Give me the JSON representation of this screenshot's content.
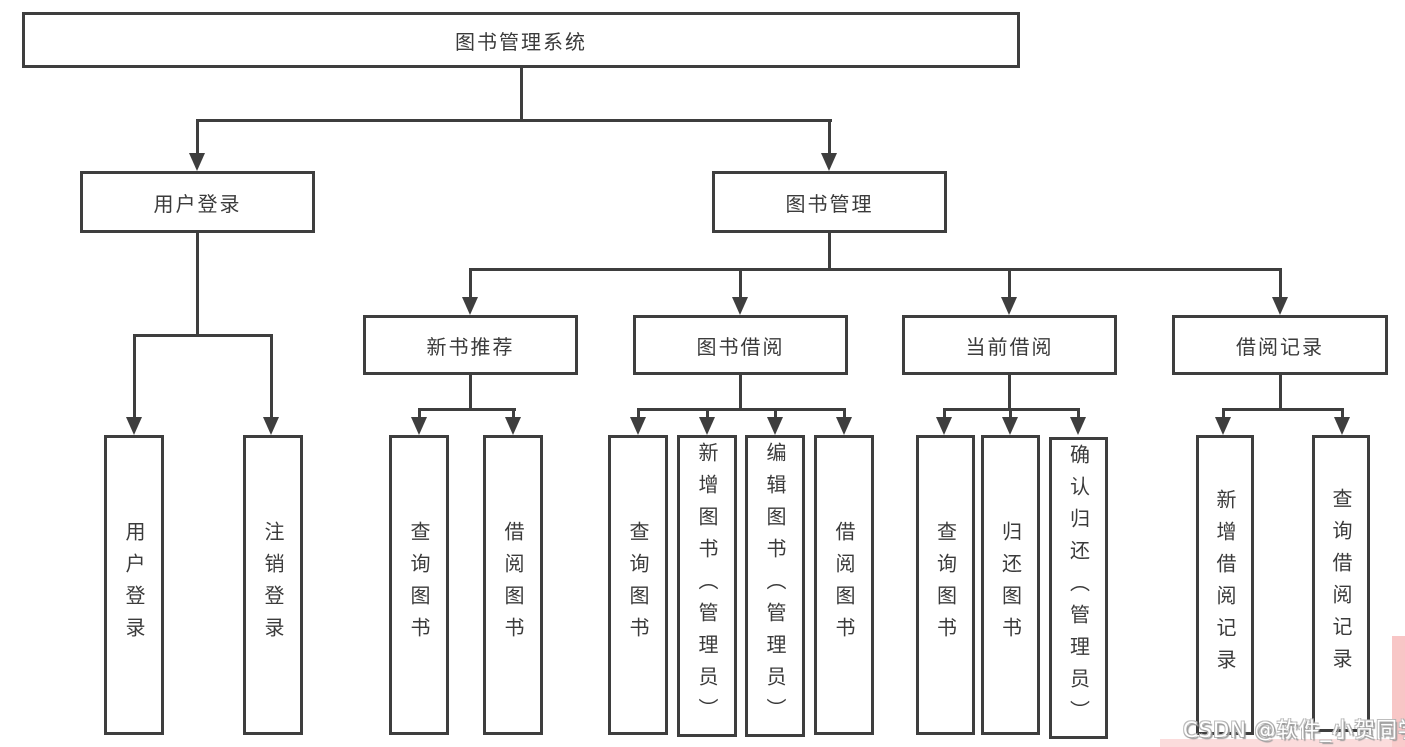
{
  "nodes": {
    "root": {
      "label": "图书管理系统"
    },
    "level2": [
      {
        "label": "用户登录"
      },
      {
        "label": "图书管理"
      }
    ],
    "level3": [
      {
        "label": "新书推荐"
      },
      {
        "label": "图书借阅"
      },
      {
        "label": "当前借阅"
      },
      {
        "label": "借阅记录"
      }
    ],
    "leaves": {
      "userLogin": [
        {
          "label": "用户登录"
        },
        {
          "label": "注销登录"
        }
      ],
      "newBooks": [
        {
          "label": "查询图书"
        },
        {
          "label": "借阅图书"
        }
      ],
      "borrow": [
        {
          "label": "查询图书"
        },
        {
          "label": "新增图书（管理员）"
        },
        {
          "label": "编辑图书（管理员）"
        },
        {
          "label": "借阅图书"
        }
      ],
      "current": [
        {
          "label": "查询图书"
        },
        {
          "label": "归还图书"
        },
        {
          "label": "确认归还（管理员）"
        }
      ],
      "records": [
        {
          "label": "新增借阅记录"
        },
        {
          "label": "查询借阅记录"
        }
      ]
    }
  },
  "watermark": {
    "text": "CSDN @软件_小贺同学"
  },
  "colors": {
    "line": "#3e3e3e",
    "text": "#3b3b3b",
    "background": "#ffffff",
    "watermark_text": "#ffffff",
    "watermark_shadow": "#9b9b9b",
    "watermark_pink": "#f7bcbc"
  }
}
